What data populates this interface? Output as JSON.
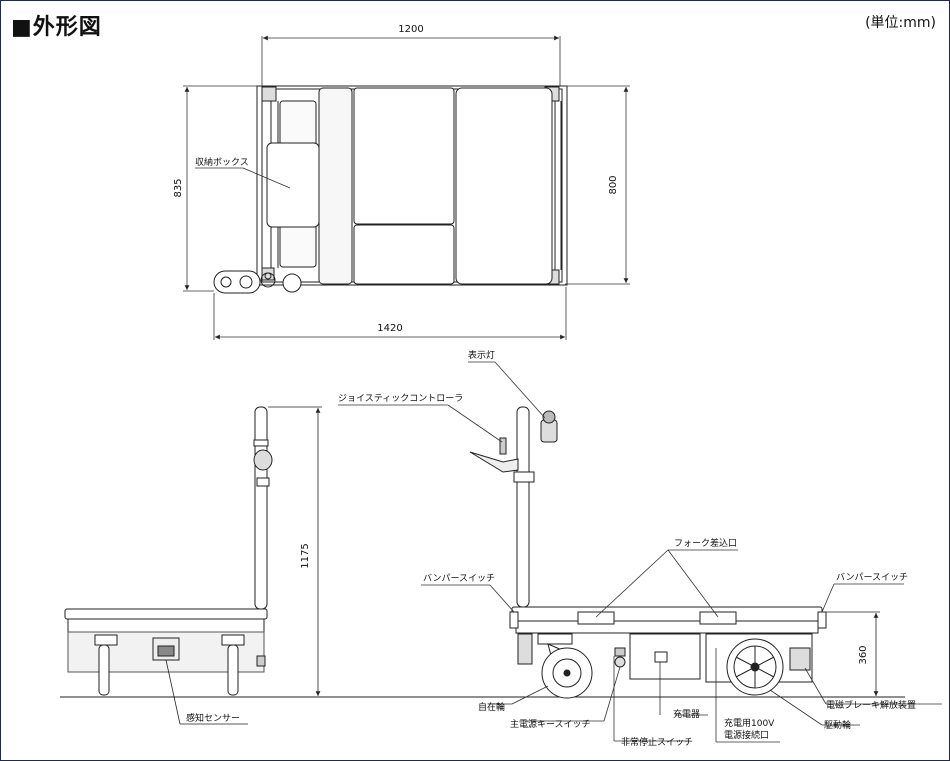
{
  "title": "■外形図",
  "unit": "(単位:mm)",
  "dimensions": {
    "top_width": "1200",
    "top_height_right": "800",
    "top_height_left": "835",
    "overall_length": "1420",
    "side_height": "1175",
    "bumper_height": "360"
  },
  "labels": {
    "storage_box": "収納ボックス",
    "indicator_lamp": "表示灯",
    "joystick": "ジョイスティックコントローラ",
    "fork_slot": "フォーク差込口",
    "bumper_switch_left": "バンパースイッチ",
    "bumper_switch_right": "バンパースイッチ",
    "caster": "自在輪",
    "main_key_switch": "主電源キースイッチ",
    "emergency_stop": "非常停止スイッチ",
    "charger": "充電器",
    "charge_port_line1": "充電用100V",
    "charge_port_line2": "電源接続口",
    "drive_wheel": "駆動輪",
    "brake_release": "電磁ブレーキ解放装置",
    "sensor": "感知センサー"
  },
  "colors": {
    "accent": "#1c2a55",
    "line": "#222222",
    "panel": "#f2f2f2"
  }
}
